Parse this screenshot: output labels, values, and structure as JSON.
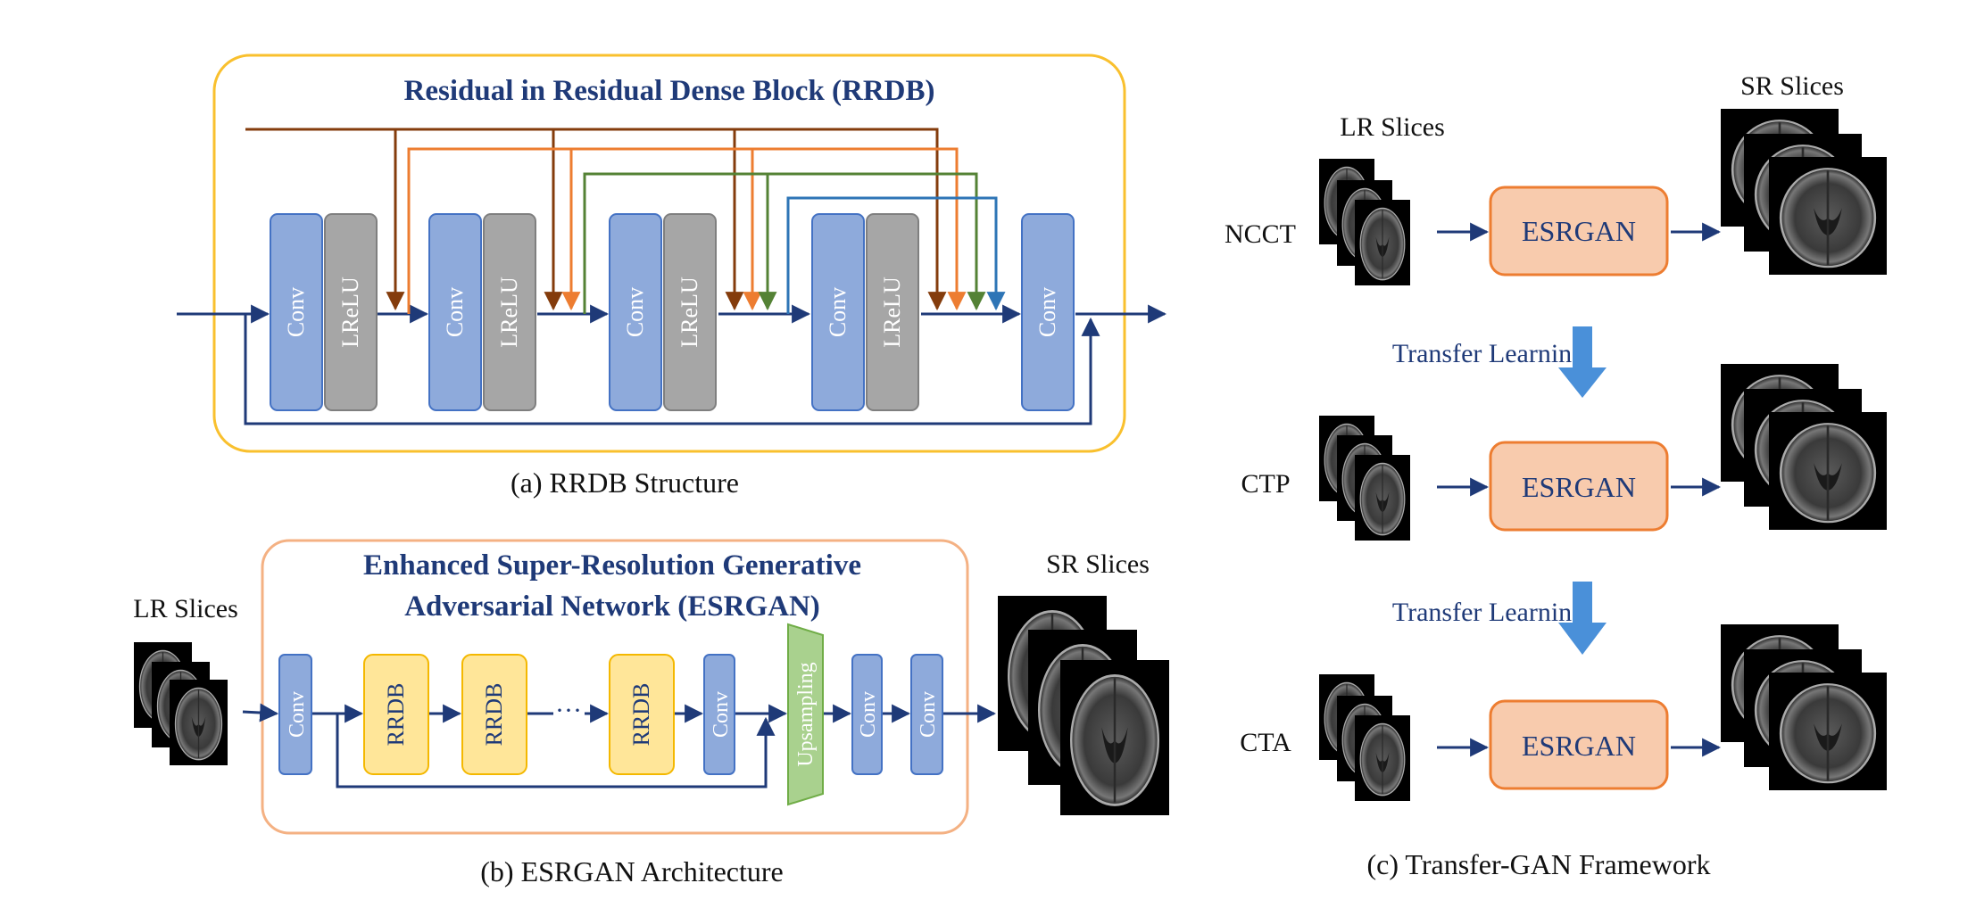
{
  "panel_a": {
    "title": "Residual in Residual Dense Block (RRDB)",
    "caption": "(a) RRDB Structure",
    "conv_label": "Conv",
    "lrelu_label": "LReLU"
  },
  "panel_b": {
    "title_line1": "Enhanced Super-Resolution Generative",
    "title_line2": "Adversarial Network (ESRGAN)",
    "caption": "(b) ESRGAN Architecture",
    "lr_label": "LR Slices",
    "sr_label": "SR Slices",
    "conv_label": "Conv",
    "rrdb_label": "RRDB",
    "upsampling_label": "Upsampling",
    "dots": "···"
  },
  "panel_c": {
    "caption": "(c) Transfer-GAN Framework",
    "lr_label": "LR Slices",
    "sr_label": "SR Slices",
    "esrgan_label": "ESRGAN",
    "transfer_label": "Transfer Learning",
    "rows": [
      {
        "label": "NCCT"
      },
      {
        "label": "CTP"
      },
      {
        "label": "CTA"
      }
    ]
  },
  "colors": {
    "navy": "#1f3a78",
    "conv_fill": "#8eaadb",
    "conv_stroke": "#4472c4",
    "lrelu_fill": "#a6a6a6",
    "lrelu_stroke": "#7f7f7f",
    "rrdb_fill": "#ffe699",
    "rrdb_stroke": "#f4b800",
    "up_fill": "#a9d18e",
    "up_stroke": "#70ad47",
    "esrgan_fill": "#f8cbad",
    "esrgan_stroke": "#ed7d31",
    "brown": "#843c0c",
    "orange": "#ed7d31",
    "green": "#548235",
    "blue": "#2e75b6",
    "box_a": "#f9c02e",
    "box_b": "#f4b183",
    "transfer_arrow": "#4a90d9"
  }
}
